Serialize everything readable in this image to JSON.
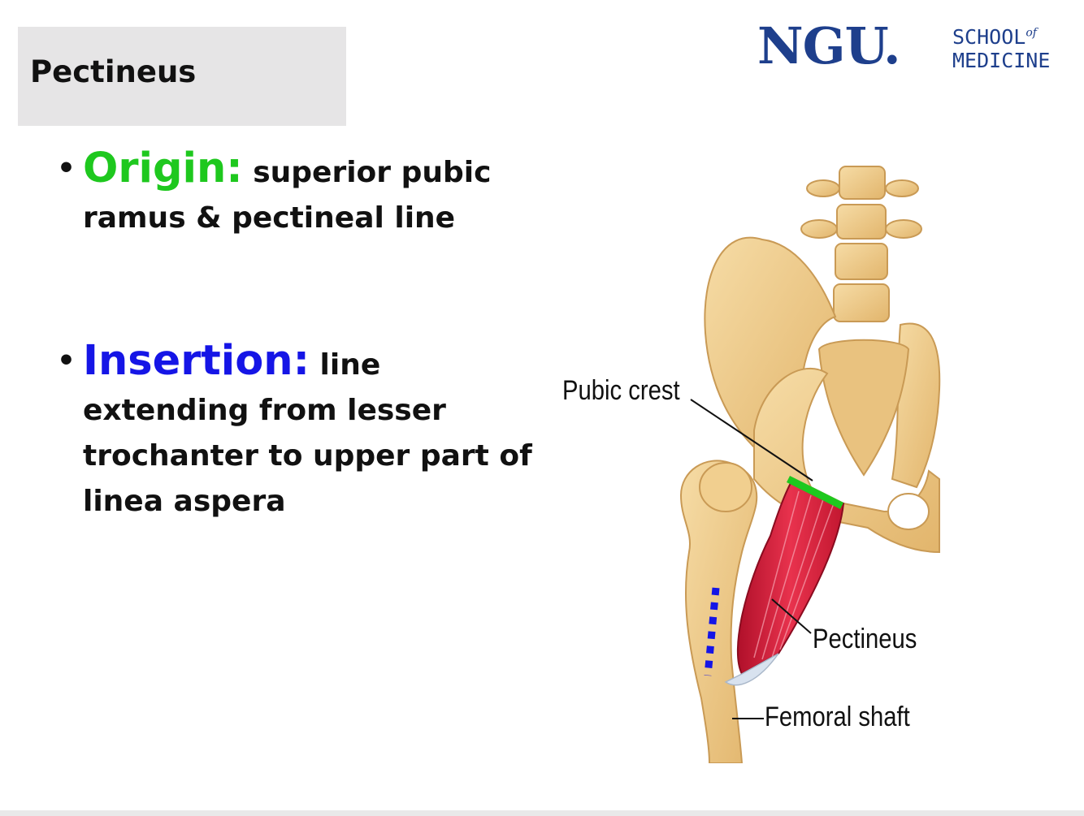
{
  "slide": {
    "title": "Pectineus"
  },
  "logo": {
    "mark": "NGU.",
    "school": "SCHOOL",
    "of": "of",
    "medicine": "MEDICINE"
  },
  "bullets": [
    {
      "term": "Origin:",
      "text": " superior pubic ramus & pectineal line",
      "term_color": "#1ec81e"
    },
    {
      "term": "Insertion:",
      "text": " line extending from lesser trochanter to upper part of linea aspera",
      "term_color": "#1515e6"
    }
  ],
  "figure": {
    "labels": {
      "pubic_crest": "Pubic crest",
      "pectineus": "Pectineus",
      "femoral_shaft": "Femoral shaft"
    },
    "colors": {
      "bone": "#f0cb8a",
      "muscle": "#e0203c",
      "origin_marker": "#1ec81e",
      "insertion_marker": "#1515e6"
    }
  }
}
